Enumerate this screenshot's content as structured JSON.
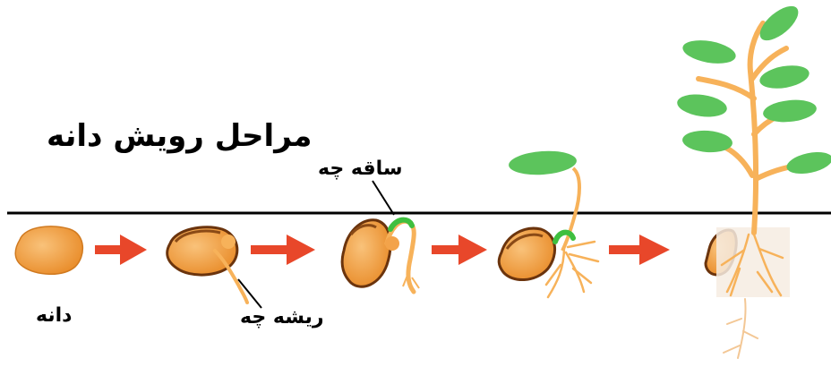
{
  "title": "مراحل رویش دانه",
  "labels": {
    "seed": "دانه",
    "radicle": "ریشه چه",
    "hypocotyl": "ساقه چه"
  },
  "colors": {
    "ground_line": "#000000",
    "arrow": "#e8472a",
    "seed_body": "#f3a34a",
    "seed_dark": "#7a3f12",
    "root": "#f7b25a",
    "shoot_green": "#3fbf3f",
    "leaf_green": "#5cc45c"
  },
  "icons": [
    "seed-icon",
    "arrow-right-icon",
    "sprout-icon",
    "plant-icon"
  ]
}
